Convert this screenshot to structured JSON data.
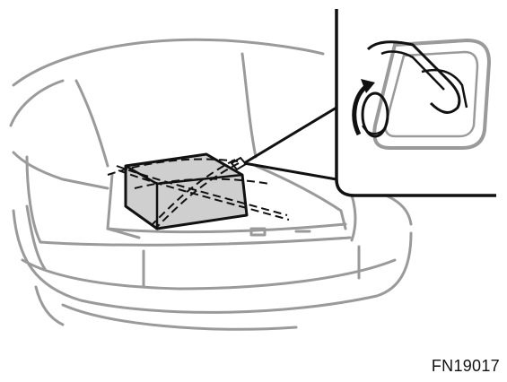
{
  "figure": {
    "code": "FN19017"
  },
  "colors": {
    "outline_light": "#9a9a9a",
    "outline_dark": "#111111",
    "box_fill": "#cfcfcf",
    "callout_border": "#111111"
  },
  "icons": [
    "car-rear-illustration",
    "luggage-box",
    "cargo-net-straps",
    "tie-down-hook",
    "rotation-arrow-icon"
  ]
}
